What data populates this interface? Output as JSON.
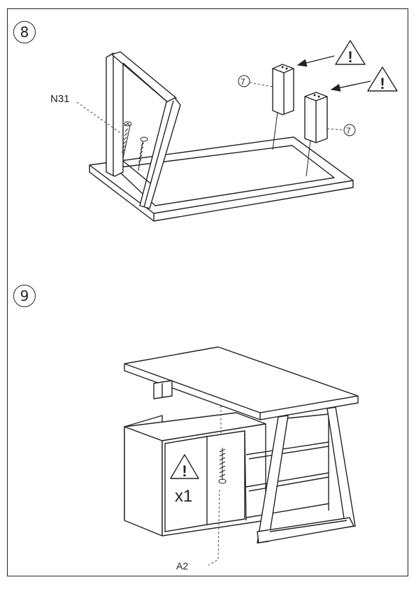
{
  "steps": [
    {
      "number": "8",
      "parts": [
        {
          "code": "N31"
        },
        {
          "code": "7"
        },
        {
          "code": "7"
        }
      ],
      "warnings": 2
    },
    {
      "number": "9",
      "parts": [
        {
          "code": "A2"
        }
      ],
      "warning_quantity": "x1"
    }
  ],
  "icons": [
    "warning-icon",
    "screw-icon",
    "leg-block-icon",
    "step-number-badge"
  ],
  "colors": {
    "ink": "#222222",
    "background": "#ffffff"
  }
}
